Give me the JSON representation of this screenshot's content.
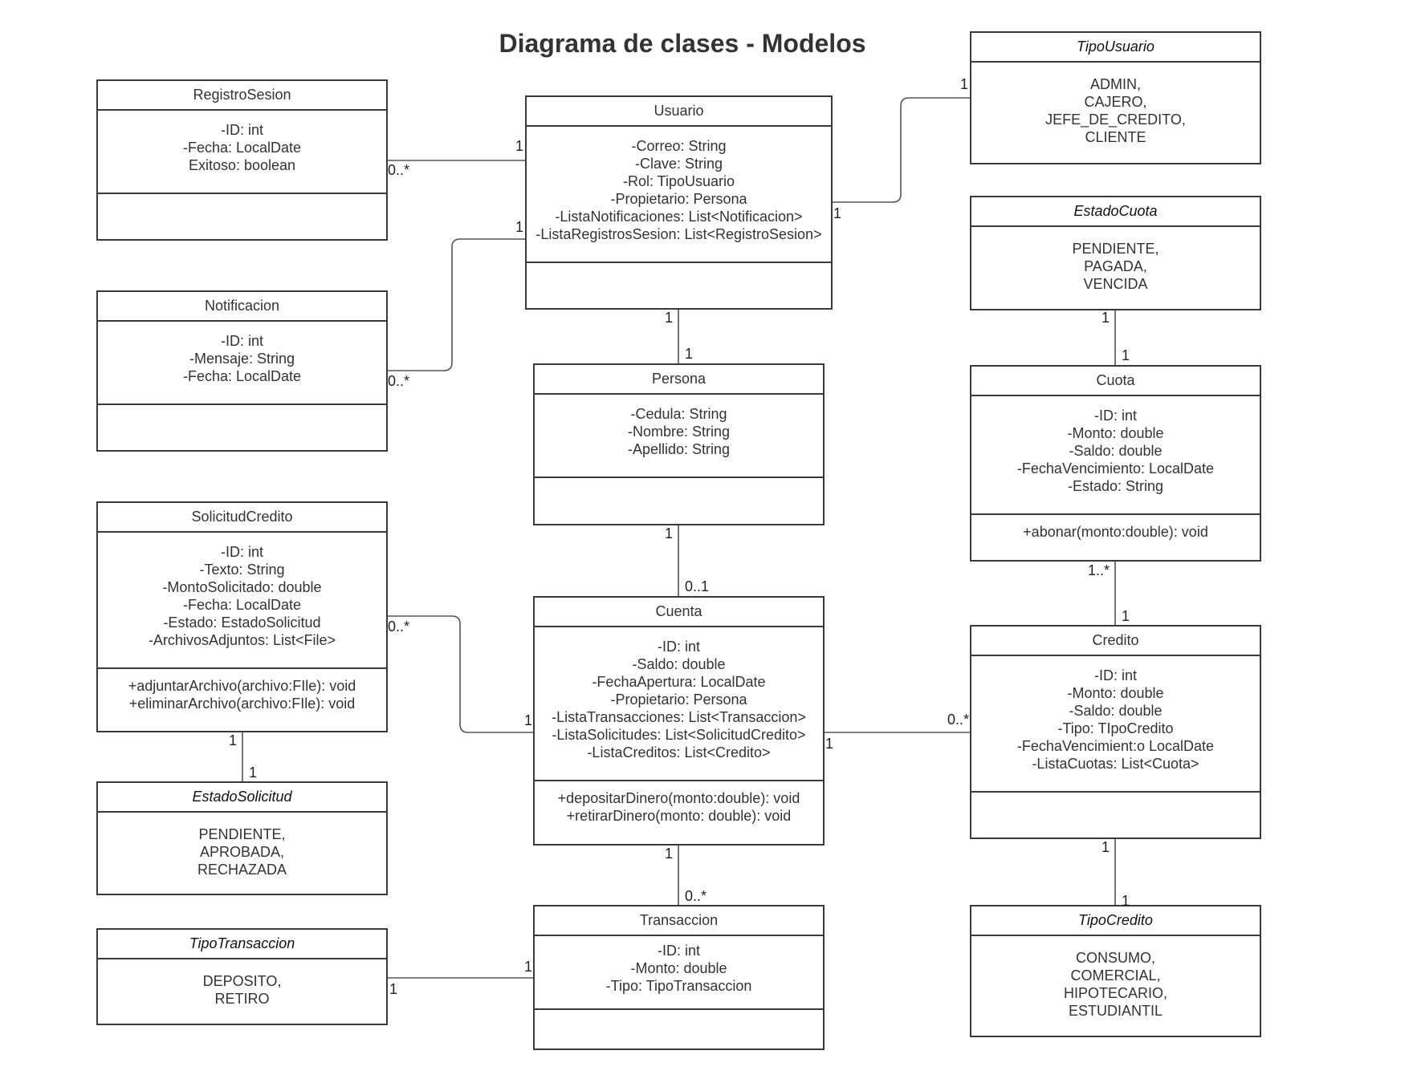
{
  "title": "Diagrama de clases - Modelos",
  "classes": {
    "RegistroSesion": {
      "name": "RegistroSesion",
      "attributes": [
        "-ID: int",
        "-Fecha: LocalDate",
        "Exitoso: boolean"
      ],
      "methods": []
    },
    "Usuario": {
      "name": "Usuario",
      "attributes": [
        "-Correo: String",
        "-Clave: String",
        "-Rol: TipoUsuario",
        "-Propietario: Persona",
        "-ListaNotificaciones: List<Notificacion>",
        "-ListaRegistrosSesion: List<RegistroSesion>"
      ],
      "methods": []
    },
    "TipoUsuario": {
      "name": "TipoUsuario",
      "values": [
        "ADMIN,",
        "CAJERO,",
        "JEFE_DE_CREDITO,",
        "CLIENTE"
      ]
    },
    "Notificacion": {
      "name": "Notificacion",
      "attributes": [
        "-ID: int",
        "-Mensaje: String",
        "-Fecha: LocalDate"
      ],
      "methods": []
    },
    "EstadoCuota": {
      "name": "EstadoCuota",
      "values": [
        "PENDIENTE,",
        "PAGADA,",
        "VENCIDA"
      ]
    },
    "Persona": {
      "name": "Persona",
      "attributes": [
        "-Cedula: String",
        "-Nombre: String",
        "-Apellido: String"
      ],
      "methods": []
    },
    "Cuota": {
      "name": "Cuota",
      "attributes": [
        "-ID: int",
        "-Monto: double",
        "-Saldo: double",
        "-FechaVencimiento: LocalDate",
        "-Estado: String"
      ],
      "methods": [
        "+abonar(monto:double): void"
      ]
    },
    "SolicitudCredito": {
      "name": "SolicitudCredito",
      "attributes": [
        "-ID: int",
        "-Texto: String",
        "-MontoSolicitado: double",
        "-Fecha: LocalDate",
        "-Estado: EstadoSolicitud",
        "-ArchivosAdjuntos: List<File>"
      ],
      "methods": [
        "+adjuntarArchivo(archivo:FIle): void",
        "+eliminarArchivo(archivo:FIle): void"
      ]
    },
    "Cuenta": {
      "name": "Cuenta",
      "attributes": [
        "-ID: int",
        "-Saldo: double",
        "-FechaApertura: LocalDate",
        "-Propietario: Persona",
        "-ListaTransacciones: List<Transaccion>",
        "-ListaSolicitudes: List<SolicitudCredito>",
        "-ListaCreditos: List<Credito>"
      ],
      "methods": [
        "+depositarDinero(monto:double): void",
        "+retirarDinero(monto: double): void"
      ]
    },
    "Credito": {
      "name": "Credito",
      "attributes": [
        "-ID: int",
        "-Monto: double",
        "-Saldo: double",
        "-Tipo: TIpoCredito",
        "-FechaVencimient:o LocalDate",
        "-ListaCuotas: List<Cuota>"
      ],
      "methods": []
    },
    "EstadoSolicitud": {
      "name": "EstadoSolicitud",
      "values": [
        "PENDIENTE,",
        "APROBADA,",
        "RECHAZADA"
      ]
    },
    "TipoTransaccion": {
      "name": "TipoTransaccion",
      "values": [
        "DEPOSITO,",
        "RETIRO"
      ]
    },
    "Transaccion": {
      "name": "Transaccion",
      "attributes": [
        "-ID: int",
        "-Monto: double",
        "-Tipo: TipoTransaccion"
      ],
      "methods": []
    },
    "TipoCredito": {
      "name": "TipoCredito",
      "values": [
        "CONSUMO,",
        "COMERCIAL,",
        "HIPOTECARIO,",
        "ESTUDIANTIL"
      ]
    }
  },
  "associations": [
    {
      "from": "Usuario",
      "to": "RegistroSesion",
      "from_mult": "1",
      "to_mult": "0..*"
    },
    {
      "from": "Usuario",
      "to": "Notificacion",
      "from_mult": "1",
      "to_mult": "0..*"
    },
    {
      "from": "Usuario",
      "to": "TipoUsuario",
      "from_mult": "1",
      "to_mult": "1"
    },
    {
      "from": "Usuario",
      "to": "Persona",
      "from_mult": "1",
      "to_mult": "1"
    },
    {
      "from": "Persona",
      "to": "Cuenta",
      "from_mult": "1",
      "to_mult": "0..1"
    },
    {
      "from": "EstadoCuota",
      "to": "Cuota",
      "from_mult": "1",
      "to_mult": "1"
    },
    {
      "from": "Cuota",
      "to": "Credito",
      "from_mult": "1..*",
      "to_mult": "1"
    },
    {
      "from": "Cuenta",
      "to": "SolicitudCredito",
      "from_mult": "1",
      "to_mult": "0..*"
    },
    {
      "from": "Cuenta",
      "to": "Credito",
      "from_mult": "1",
      "to_mult": "0..*"
    },
    {
      "from": "SolicitudCredito",
      "to": "EstadoSolicitud",
      "from_mult": "1",
      "to_mult": "1"
    },
    {
      "from": "Cuenta",
      "to": "Transaccion",
      "from_mult": "1",
      "to_mult": "0..*"
    },
    {
      "from": "Transaccion",
      "to": "TipoTransaccion",
      "from_mult": "1",
      "to_mult": "1"
    },
    {
      "from": "Credito",
      "to": "TipoCredito",
      "from_mult": "1",
      "to_mult": "1"
    }
  ]
}
